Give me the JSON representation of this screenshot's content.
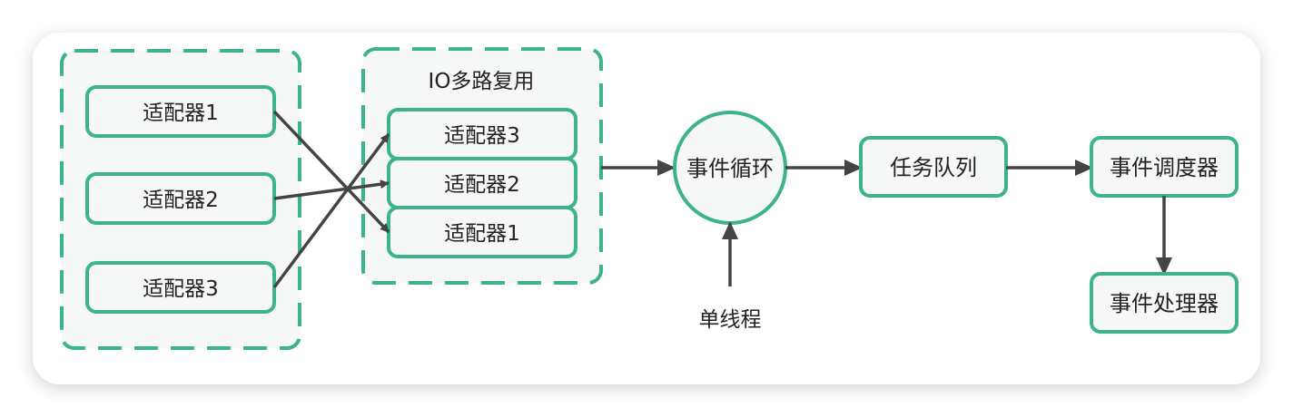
{
  "colors": {
    "accent": "#3cb389",
    "box_fill": "#f5f8f7",
    "arrow": "#444444",
    "text": "#222222"
  },
  "left_group": {
    "adapters": [
      "适配器1",
      "适配器2",
      "适配器3"
    ]
  },
  "io_group": {
    "title": "IO多路复用",
    "adapters": [
      "适配器3",
      "适配器2",
      "适配器1"
    ]
  },
  "event_loop": {
    "label": "事件循环"
  },
  "single_thread": {
    "label": "单线程"
  },
  "task_queue": {
    "label": "任务队列"
  },
  "dispatcher": {
    "label": "事件调度器"
  },
  "handler": {
    "label": "事件处理器"
  }
}
